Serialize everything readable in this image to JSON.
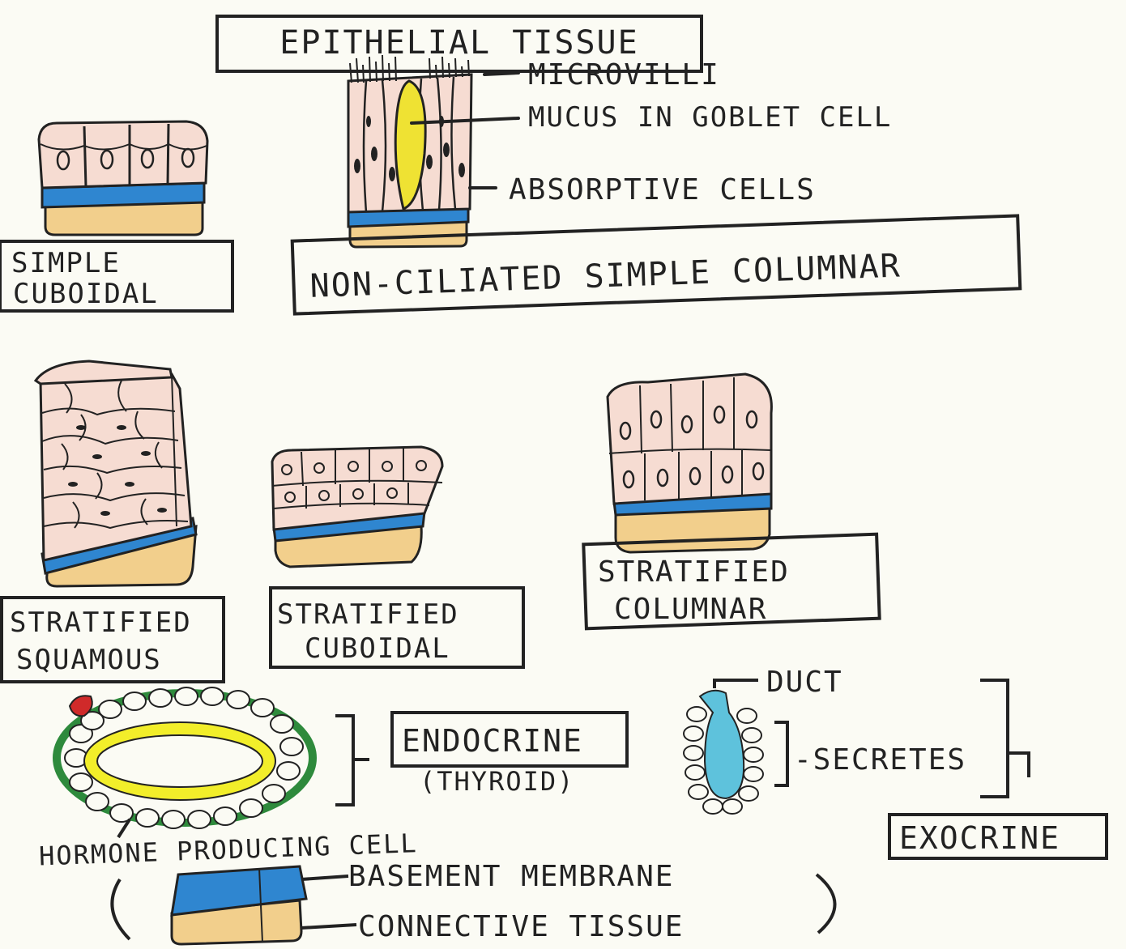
{
  "title": "EPITHELIAL TISSUE",
  "columnar": {
    "labels": [
      "MICROVILLI",
      "MUCUS IN GOBLET CELL",
      "ABSORPTIVE CELLS"
    ],
    "name": "NON-CILIATED SIMPLE COLUMNAR"
  },
  "simple_cuboidal": {
    "line1": "SIMPLE",
    "line2": "CUBOIDAL"
  },
  "stratified_squamous": {
    "line1": "STRATIFIED",
    "line2": "SQUAMOUS"
  },
  "stratified_cuboidal": {
    "line1": "STRATIFIED",
    "line2": "CUBOIDAL"
  },
  "stratified_columnar": {
    "line1": "STRATIFIED",
    "line2": "COLUMNAR"
  },
  "endocrine": {
    "name": "ENDOCRINE",
    "example": "(THYROID)",
    "cell_label": "HORMONE PRODUCING CELL"
  },
  "exocrine": {
    "duct": "DUCT",
    "secretes": "-SECRETES",
    "name": "EXOCRINE"
  },
  "legend": {
    "basement": "BASEMENT MEMBRANE",
    "connective": "CONNECTIVE TISSUE"
  },
  "colors": {
    "cell": "#f6dcd2",
    "basement_membrane": "#2f86d0",
    "connective_tissue": "#f2cf8c",
    "mucus": "#efe233",
    "thyroid_outline": "#2e8a3c",
    "thyroid_colloid": "#f2ee2a",
    "duct": "#5ec2dc",
    "ink": "#222222"
  }
}
